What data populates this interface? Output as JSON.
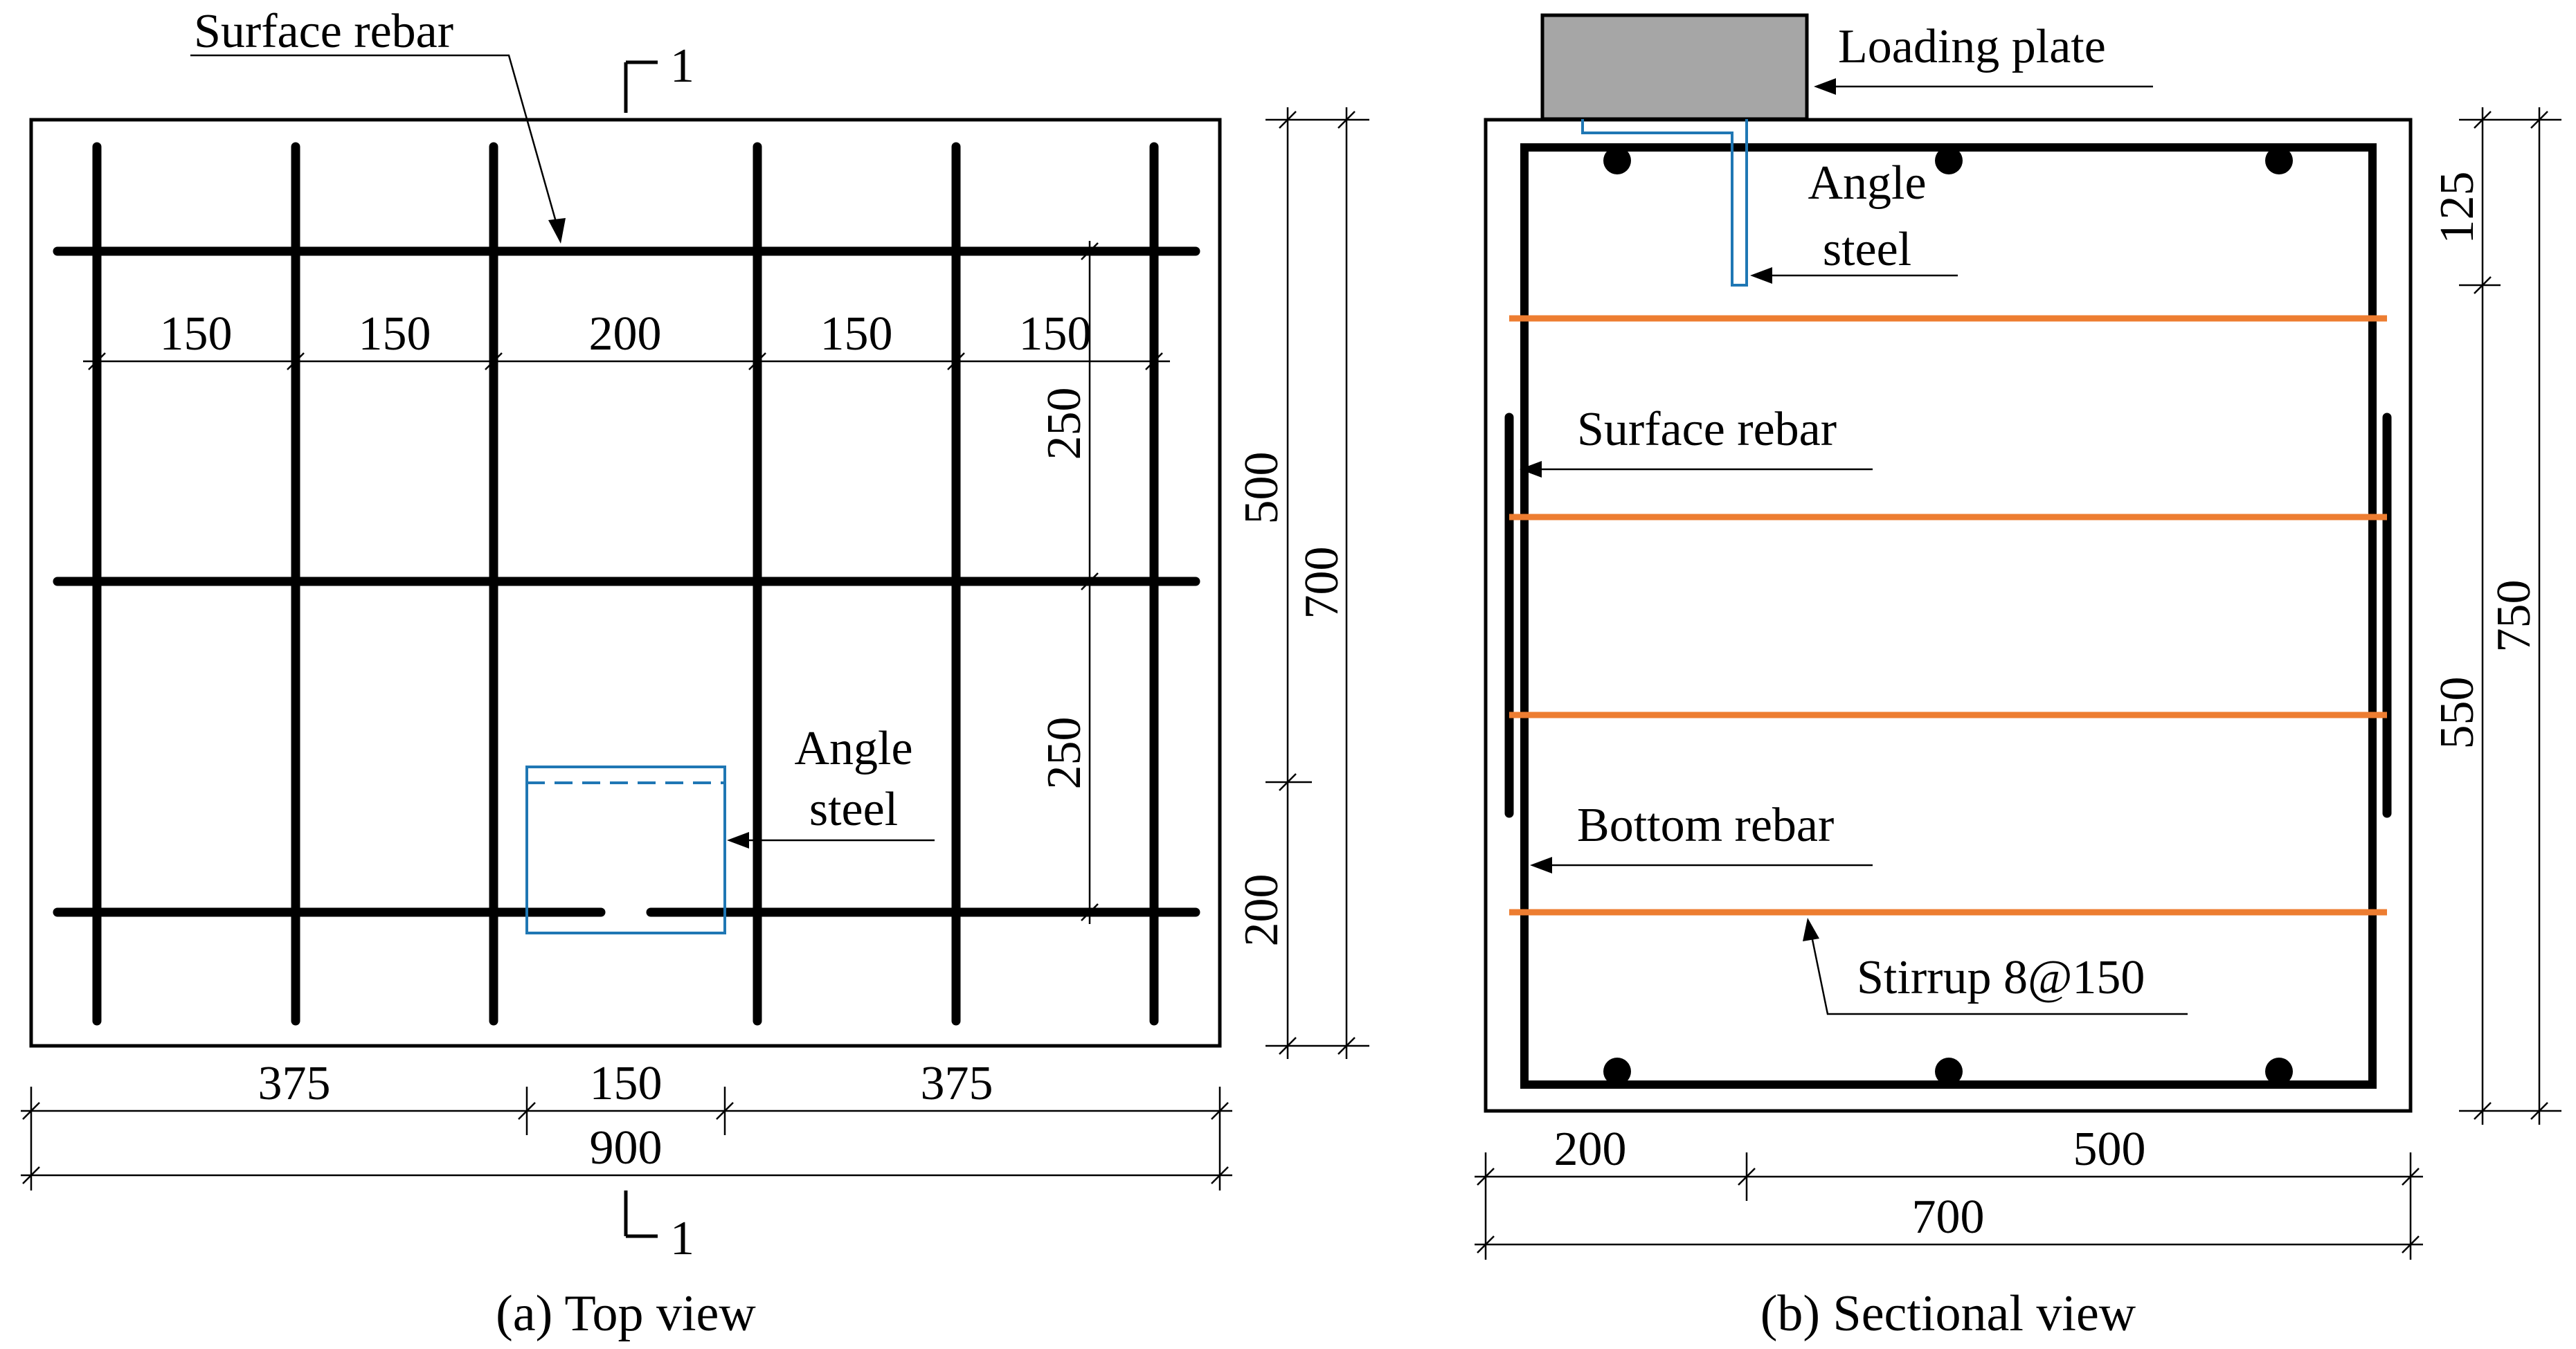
{
  "top_view": {
    "caption": "(a) Top view",
    "section_mark": "1",
    "labels": {
      "surface_rebar": "Surface rebar",
      "angle_steel_line1": "Angle",
      "angle_steel_line2": "steel"
    },
    "dims": {
      "bar_spacings": [
        "150",
        "150",
        "200",
        "150",
        "150"
      ],
      "right_inner": [
        "250",
        "250"
      ],
      "right_outer_upper": "500",
      "right_outer_lower": "200",
      "right_total": "700",
      "bottom_segments": [
        "375",
        "150",
        "375"
      ],
      "bottom_total": "900"
    }
  },
  "sectional_view": {
    "caption": "(b) Sectional view",
    "labels": {
      "loading_plate": "Loading plate",
      "angle_steel_line1": "Angle",
      "angle_steel_line2": "steel",
      "surface_rebar": "Surface rebar",
      "bottom_rebar": "Bottom rebar",
      "stirrup": "Stirrup 8@150"
    },
    "dims": {
      "right_upper": "125",
      "right_lower": "550",
      "right_total": "750",
      "bottom_segments": [
        "200",
        "500"
      ],
      "bottom_total": "700"
    }
  },
  "colors": {
    "stirrup": "#ED7D31",
    "angle_steel": "#1F77B4",
    "loading_plate": "#A6A6A6"
  }
}
